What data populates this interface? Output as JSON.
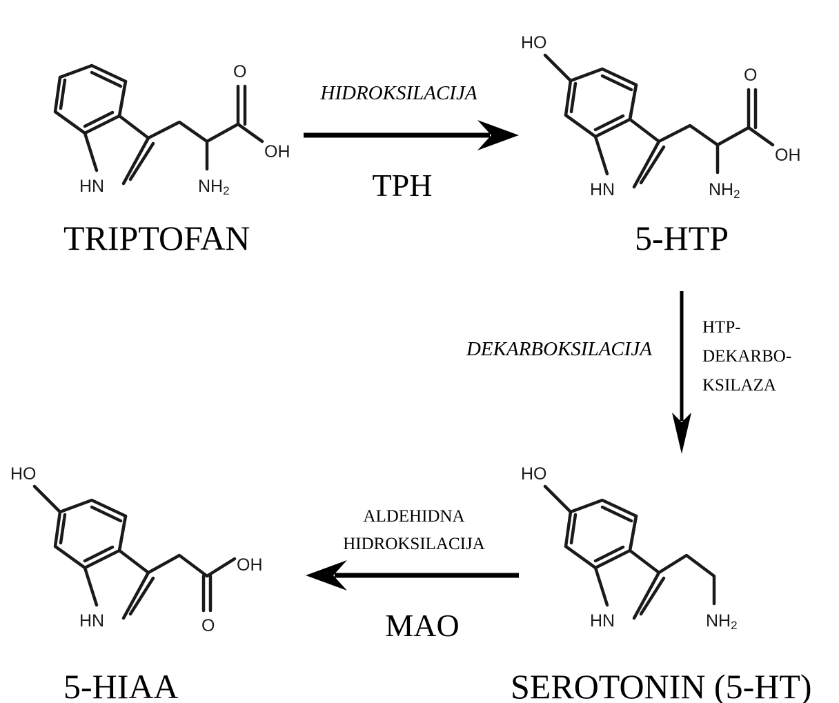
{
  "molecules": {
    "tryptophan": {
      "name": "TRIPTOFAN",
      "nh": "HN",
      "carbonyl_o": "O",
      "oh": "OH",
      "amine": "NH",
      "amine_sub": "2"
    },
    "htp": {
      "name": "5-HTP",
      "ho": "HO",
      "nh": "HN",
      "carbonyl_o": "O",
      "oh": "OH",
      "amine": "NH",
      "amine_sub": "2"
    },
    "serotonin": {
      "name": "SEROTONIN (5-HT)",
      "ho": "HO",
      "nh": "HN",
      "amine": "NH",
      "amine_sub": "2"
    },
    "hiaa": {
      "name": "5-HIAA",
      "ho": "HO",
      "nh": "HN",
      "oh": "OH",
      "carbonyl_o": "O"
    }
  },
  "reactions": {
    "step1": {
      "process": "HIDROKSILACIJA",
      "enzyme": "TPH"
    },
    "step2": {
      "process": "DEKARBOKSILACIJA",
      "enzyme_lines": [
        "HTP-",
        "DEKARBO-",
        "KSILAZA"
      ]
    },
    "step3": {
      "process_lines": [
        "ALDEHIDNA",
        "HIDROKSILACIJA"
      ],
      "enzyme": "MAO"
    }
  }
}
